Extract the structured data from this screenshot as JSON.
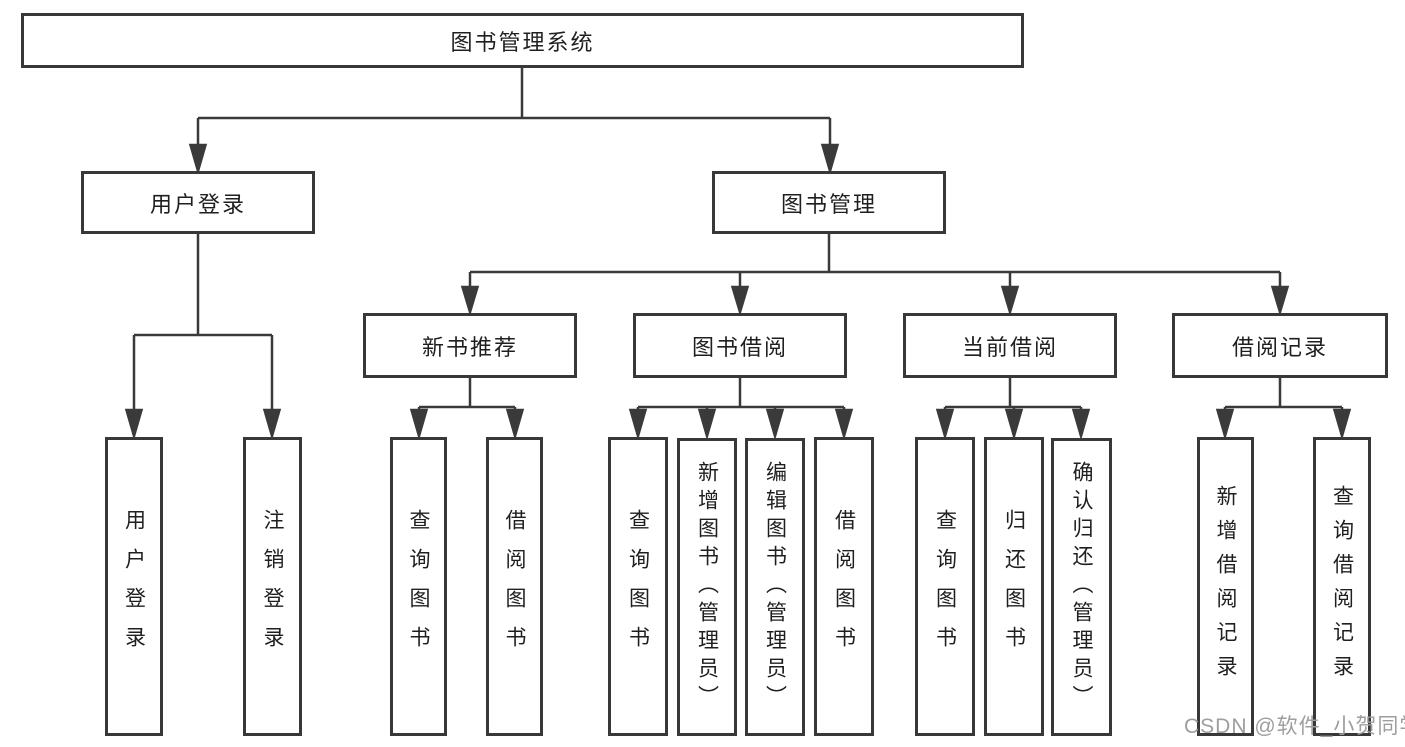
{
  "diagram_type": "hierarchy-tree",
  "watermark": "CSDN @软件_小贺同学",
  "colors": {
    "line": "#3a3a3a",
    "box_border": "#383838",
    "box_fill": "#ffffff",
    "text": "#1f1f1f",
    "watermark": "#9e9e9e",
    "background": "#ffffff"
  },
  "tree": {
    "label": "图书管理系统",
    "children": [
      {
        "label": "用户登录",
        "children": [
          {
            "label": "用户登录"
          },
          {
            "label": "注销登录"
          }
        ]
      },
      {
        "label": "图书管理",
        "children": [
          {
            "label": "新书推荐",
            "children": [
              {
                "label": "查询图书"
              },
              {
                "label": "借阅图书"
              }
            ]
          },
          {
            "label": "图书借阅",
            "children": [
              {
                "label": "查询图书"
              },
              {
                "label": "新增图书（管理员）"
              },
              {
                "label": "编辑图书（管理员）"
              },
              {
                "label": "借阅图书"
              }
            ]
          },
          {
            "label": "当前借阅",
            "children": [
              {
                "label": "查询图书"
              },
              {
                "label": "归还图书"
              },
              {
                "label": "确认归还（管理员）"
              }
            ]
          },
          {
            "label": "借阅记录",
            "children": [
              {
                "label": "新增借阅记录"
              },
              {
                "label": "查询借阅记录"
              }
            ]
          }
        ]
      }
    ]
  }
}
